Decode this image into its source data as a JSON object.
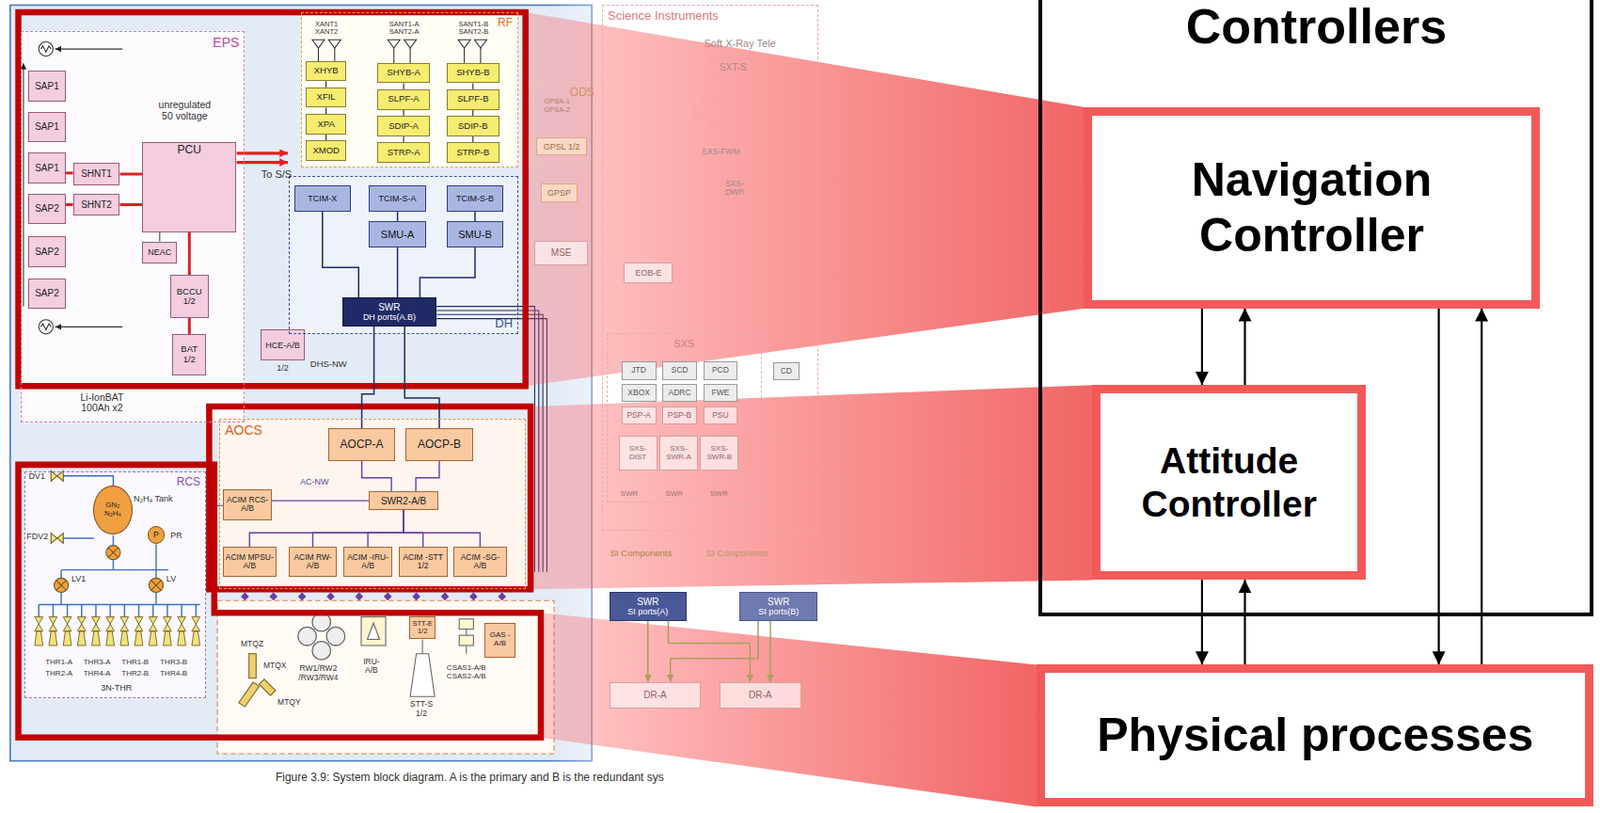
{
  "diagram": {
    "caption": "Figure 3.9: System block diagram. A is the primary and B is the redundant sys",
    "nodes": [
      {
        "text": [
          "Controllers"
        ]
      },
      {
        "text": [
          "Navigation Controller"
        ],
        "in": 0
      },
      {
        "text": [
          "Attitude Controller"
        ],
        "in": 0
      },
      {
        "text": [
          "Physical processes"
        ]
      },
      {
        "text": [
          "EPS"
        ]
      },
      {
        "text": [
          "SAP1"
        ],
        "in": 4
      },
      {
        "text": [
          "SAP1"
        ],
        "in": 4
      },
      {
        "text": [
          "SAP1"
        ],
        "in": 4
      },
      {
        "text": [
          "SAP2"
        ],
        "in": 4
      },
      {
        "text": [
          "SAP2"
        ],
        "in": 4
      },
      {
        "text": [
          "SAP2"
        ],
        "in": 4
      },
      {
        "text": [
          "SHNT1"
        ],
        "in": 4
      },
      {
        "text": [
          "SHNT2"
        ],
        "in": 4
      },
      {
        "text": [
          "PCU"
        ],
        "in": 4
      },
      {
        "text": [
          "NEAC"
        ],
        "in": 4
      },
      {
        "text": [
          "BCCU 1/2"
        ],
        "in": 4
      },
      {
        "text": [
          "BAT 1/2"
        ],
        "in": 4
      },
      {
        "text": [
          "HCE-A/B"
        ]
      },
      {
        "text": [
          "RF"
        ]
      },
      {
        "text": [
          "XHYB"
        ],
        "in": 18
      },
      {
        "text": [
          "XFIL"
        ],
        "in": 18
      },
      {
        "text": [
          "XPA"
        ],
        "in": 18
      },
      {
        "text": [
          "XMOD"
        ],
        "in": 18
      },
      {
        "text": [
          "SHYB-A"
        ],
        "in": 18
      },
      {
        "text": [
          "SLPF-A"
        ],
        "in": 18
      },
      {
        "text": [
          "SDIP-A"
        ],
        "in": 18
      },
      {
        "text": [
          "STRP-A"
        ],
        "in": 18
      },
      {
        "text": [
          "SHYB-B"
        ],
        "in": 18
      },
      {
        "text": [
          "SLPF-B"
        ],
        "in": 18
      },
      {
        "text": [
          "SDIP-B"
        ],
        "in": 18
      },
      {
        "text": [
          "STRP-B"
        ],
        "in": 18
      },
      {
        "text": [
          "DH"
        ]
      },
      {
        "text": [
          "TCIM-X"
        ],
        "in": 31
      },
      {
        "text": [
          "TCIM-S-A"
        ],
        "in": 31
      },
      {
        "text": [
          "TCIM-S-B"
        ],
        "in": 31
      },
      {
        "text": [
          "SMU-A"
        ],
        "in": 31
      },
      {
        "text": [
          "SMU-B"
        ],
        "in": 31
      },
      {
        "text": [
          "SWR",
          "DH ports(A.B)"
        ],
        "in": 31
      },
      {
        "text": [
          "Science Instruments"
        ]
      },
      {
        "text": [
          "ODS"
        ]
      },
      {
        "text": [
          "GPSL 1/2"
        ],
        "in": 39
      },
      {
        "text": [
          "GPSP"
        ]
      },
      {
        "text": [
          "MSE"
        ]
      },
      {
        "text": [
          "EOB-E"
        ],
        "in": 38
      },
      {
        "text": [
          "SXS"
        ],
        "in": 38
      },
      {
        "text": [
          "JTD"
        ],
        "in": 44
      },
      {
        "text": [
          "SCD"
        ],
        "in": 44
      },
      {
        "text": [
          "PCD"
        ],
        "in": 44
      },
      {
        "text": [
          "XBOX"
        ],
        "in": 44
      },
      {
        "text": [
          "ADRC"
        ],
        "in": 44
      },
      {
        "text": [
          "FWE"
        ],
        "in": 44
      },
      {
        "text": [
          "PSP-A"
        ],
        "in": 44
      },
      {
        "text": [
          "PSP-B"
        ],
        "in": 44
      },
      {
        "text": [
          "PSU"
        ],
        "in": 44
      },
      {
        "text": [
          "SXS- DIST"
        ],
        "in": 44
      },
      {
        "text": [
          "SXS- SWR-A"
        ],
        "in": 44
      },
      {
        "text": [
          "SXS- SWR-B"
        ],
        "in": 44
      },
      {
        "text": [
          "CD"
        ],
        "in": 38
      },
      {
        "text": [
          "AOCS"
        ]
      },
      {
        "text": [
          "AOCP-A"
        ],
        "in": 58
      },
      {
        "text": [
          "AOCP-B"
        ],
        "in": 58
      },
      {
        "text": [
          "SWR2-A/B"
        ],
        "in": 58
      },
      {
        "text": [
          "ACIM RCS-A/B"
        ],
        "in": 58
      },
      {
        "text": [
          "ACIM MPSU-A/B"
        ],
        "in": 58
      },
      {
        "text": [
          "ACIM RW-A/B"
        ],
        "in": 58
      },
      {
        "text": [
          "ACIM -IRU-A/B"
        ],
        "in": 58
      },
      {
        "text": [
          "ACIM -STT 1/2"
        ],
        "in": 58
      },
      {
        "text": [
          "ACIM -SG-A/B"
        ],
        "in": 58
      },
      {
        "text": [
          "RCS"
        ]
      },
      {
        "text": [
          "GN₂",
          "N₂H₄"
        ],
        "in": 68
      },
      {
        "text": [
          "P"
        ],
        "in": 68
      },
      {
        "text": [
          "STT-E 1/2"
        ]
      },
      {
        "text": [
          "GAS -A/B"
        ]
      },
      {
        "text": [
          "SWR",
          "SI ports(A)"
        ]
      },
      {
        "text": [
          "SWR",
          "SI ports(B)"
        ]
      },
      {
        "text": [
          "DR-A"
        ]
      },
      {
        "text": [
          "DR-A"
        ]
      }
    ],
    "edges": [
      {
        "from": 1,
        "to": 2,
        "arrow": "to"
      },
      {
        "from": 2,
        "to": 1,
        "arrow": "to"
      },
      {
        "from": 2,
        "to": 3,
        "arrow": "to"
      },
      {
        "from": 3,
        "to": 2,
        "arrow": "to"
      },
      {
        "from": 1,
        "to": 3,
        "arrow": "to"
      },
      {
        "from": 3,
        "to": 1,
        "arrow": "to"
      },
      {
        "from": 19,
        "to": 20,
        "arrow": "none"
      },
      {
        "from": 20,
        "to": 21,
        "arrow": "none"
      },
      {
        "from": 21,
        "to": 22,
        "arrow": "none"
      },
      {
        "from": 23,
        "to": 24,
        "arrow": "none"
      },
      {
        "from": 24,
        "to": 25,
        "arrow": "none"
      },
      {
        "from": 25,
        "to": 26,
        "arrow": "none"
      },
      {
        "from": 27,
        "to": 28,
        "arrow": "none"
      },
      {
        "from": 28,
        "to": 29,
        "arrow": "none"
      },
      {
        "from": 29,
        "to": 30,
        "arrow": "none"
      },
      {
        "from": 33,
        "to": 35,
        "arrow": "none"
      },
      {
        "from": 34,
        "to": 36,
        "arrow": "none"
      },
      {
        "from": 32,
        "to": 37,
        "arrow": "none"
      },
      {
        "from": 35,
        "to": 37,
        "arrow": "none"
      },
      {
        "from": 36,
        "to": 37,
        "arrow": "none"
      },
      {
        "from": 59,
        "to": 61,
        "arrow": "none"
      },
      {
        "from": 60,
        "to": 61,
        "arrow": "none"
      },
      {
        "from": 61,
        "to": 62,
        "arrow": "none"
      },
      {
        "from": 61,
        "to": 63,
        "arrow": "none"
      },
      {
        "from": 61,
        "to": 64,
        "arrow": "none"
      },
      {
        "from": 61,
        "to": 65,
        "arrow": "none"
      },
      {
        "from": 61,
        "to": 66,
        "arrow": "none"
      },
      {
        "from": 61,
        "to": 67,
        "arrow": "none"
      },
      {
        "from": 7,
        "to": 11,
        "arrow": "none"
      },
      {
        "from": 8,
        "to": 12,
        "arrow": "none"
      },
      {
        "from": 11,
        "to": 13,
        "arrow": "none"
      },
      {
        "from": 12,
        "to": 13,
        "arrow": "none"
      },
      {
        "from": 13,
        "to": 15,
        "arrow": "none"
      },
      {
        "from": 15,
        "to": 16,
        "arrow": "none"
      },
      {
        "from": 13,
        "to": 14,
        "arrow": "none"
      },
      {
        "from": 73,
        "to": 75,
        "arrow": "to"
      },
      {
        "from": 73,
        "to": 76,
        "arrow": "to"
      },
      {
        "from": 74,
        "to": 75,
        "arrow": "to"
      },
      {
        "from": 74,
        "to": 76,
        "arrow": "to"
      },
      {
        "from": 37,
        "to": 59,
        "arrow": "none"
      },
      {
        "from": 37,
        "to": 60,
        "arrow": "none"
      }
    ],
    "labels": [
      "unregulated 50 voltage",
      "To S/S",
      "Li-IonBAT 100Ah x2",
      "1/2",
      "XANT1 XANT2",
      "SANT1-A SANT2-A",
      "SANT1-B SANT2-B",
      "DHS-NW",
      "AC-NW",
      "DV1",
      "N₂H₄ Tank",
      "FDV2",
      "PR",
      "LV1",
      "LV",
      "THR1-A THR3-A THR1-B THR3-B",
      "THR2-A THR4-A THR2-B THR4-B",
      "3N-THR",
      "MTQZ",
      "MTQX",
      "MTQY",
      "RW1/RW2 /RW3/RW4",
      "IRU- A/B",
      "STT-S 1/2",
      "CSAS1-A/B CSAS2-A/B",
      "Soft X-Ray Tele",
      "SXT-S",
      "SXS-FWM",
      "SXS- DWR",
      "GPSA-1 GPSA-2",
      "SWR",
      "SWR",
      "SWR",
      "SI Components",
      "SI Components"
    ]
  }
}
